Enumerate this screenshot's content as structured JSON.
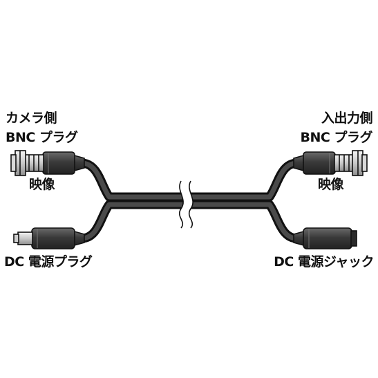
{
  "labels": {
    "left_camera_side": "カメラ側",
    "left_bnc_plug": "BNC プラグ",
    "left_video": "映像",
    "right_input_output": "入出力側",
    "right_bnc_plug": "BNC プラグ",
    "right_video": "映像",
    "left_dc_plug": "DC 電源プラグ",
    "right_dc_jack": "DC 電源ジャック"
  },
  "colors": {
    "cable_fill": "#3a3a3a",
    "cable_outline": "#111111",
    "connector_body": "#3c3c3c",
    "metal_light": "#e4e4e4",
    "metal_mid": "#bdbdbd",
    "background": "#ffffff"
  }
}
